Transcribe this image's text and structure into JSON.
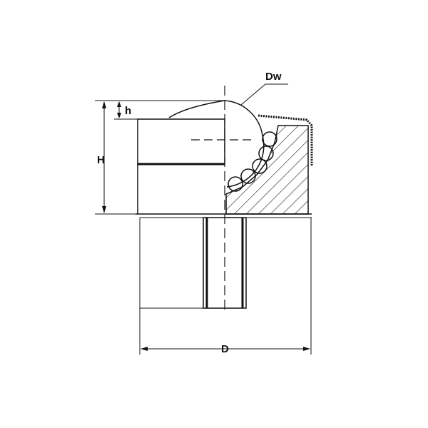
{
  "labels": {
    "dw": "Dw",
    "h_small": "h",
    "h_large": "H",
    "d": "D"
  },
  "colors": {
    "line": "#111111",
    "background": "#ffffff"
  }
}
